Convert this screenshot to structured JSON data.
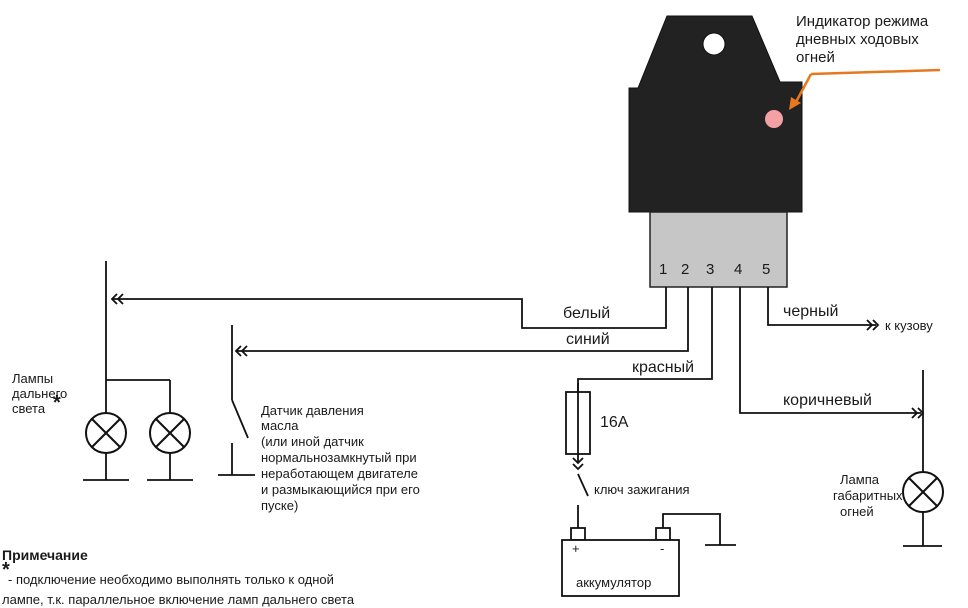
{
  "module": {
    "indicator_label_lines": [
      "Индикатор режима",
      "дневных ходовых",
      "огней"
    ],
    "pins": [
      "1",
      "2",
      "3",
      "4",
      "5"
    ],
    "colors": {
      "body": "#222222",
      "connector": "#c6c6c6",
      "indicator_led": "#f4a1a6",
      "pointer_arrow": "#e8781e",
      "wire": "#111111"
    }
  },
  "wires": {
    "white": "белый",
    "blue": "синий",
    "red": "красный",
    "brown": "коричневый",
    "black": "черный",
    "to_body": "к кузову"
  },
  "components": {
    "high_beam_lamps": [
      "Лампы",
      "дальнего",
      "света"
    ],
    "high_beam_mark": "*",
    "oil_sensor": [
      "Датчик давления",
      "масла",
      "(или иной датчик",
      "нормальнозамкнутый  при",
      "неработающем двигателе",
      "и размыкающийся при его",
      "пуске)"
    ],
    "fuse": "16А",
    "ignition_key": "ключ зажигания",
    "battery": "аккумулятор",
    "battery_plus": "+",
    "battery_minus": "-",
    "parking_lamp": [
      "Лампа",
      "габаритных",
      "огней"
    ]
  },
  "note": {
    "title": "Примечание",
    "star": "*",
    "lines": [
      " - подключение необходимо выполнять только к одной",
      "лампе, т.к. параллельное включение ламп дальнего света"
    ]
  }
}
